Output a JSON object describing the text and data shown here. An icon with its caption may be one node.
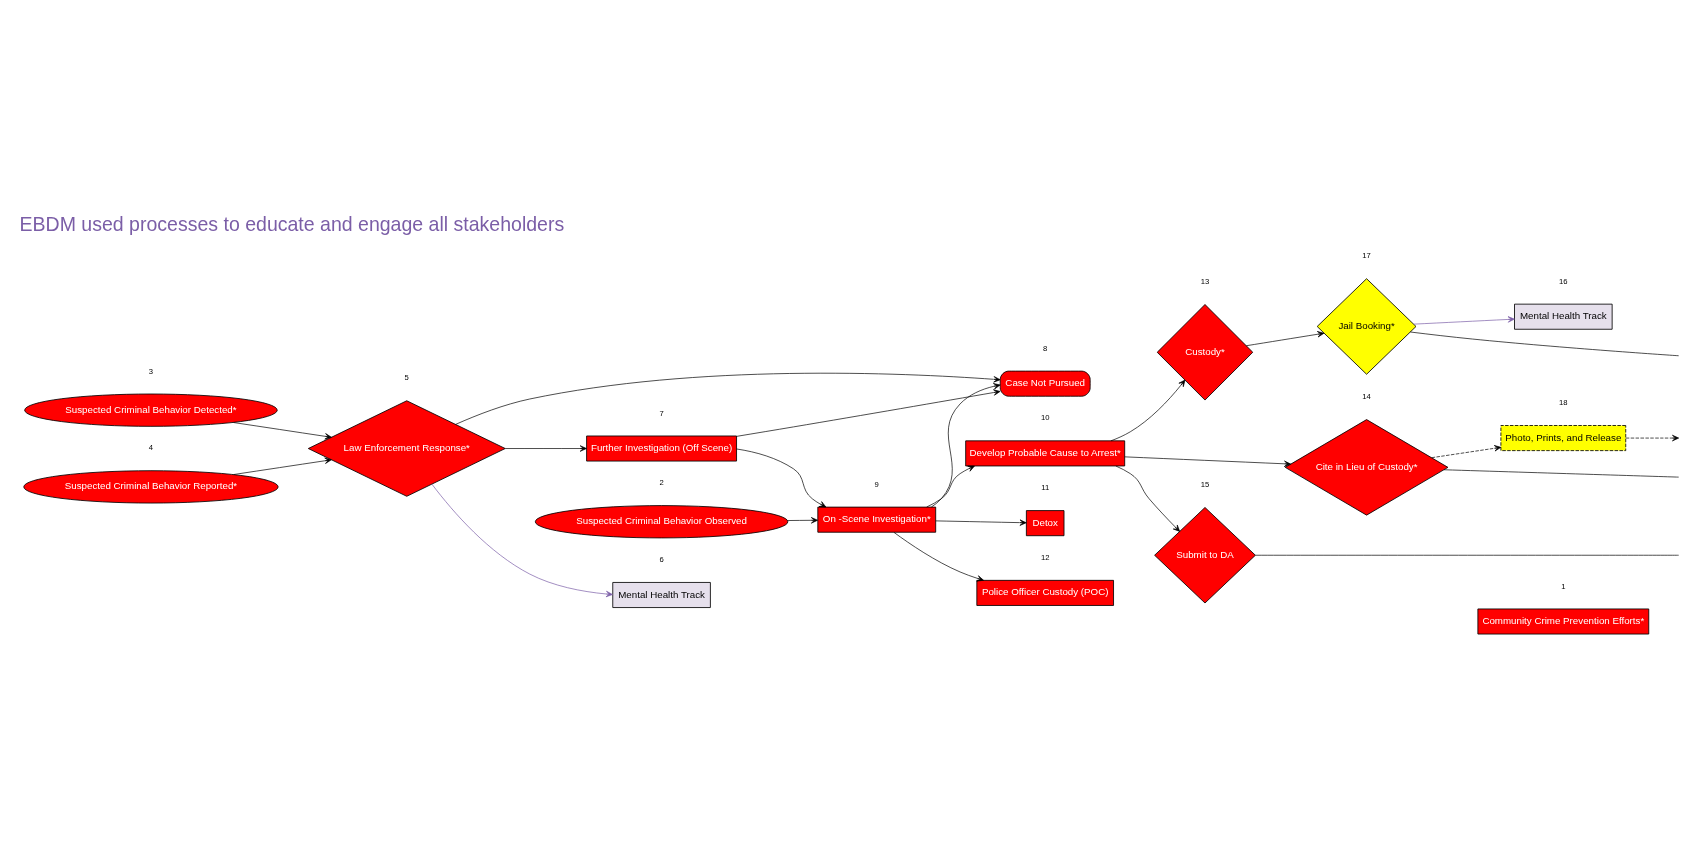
{
  "diagram": {
    "title": "EBDM used processes to educate and engage all stakeholders",
    "nodes": [
      {
        "text": [
          "Community Crime Prevention Efforts*"
        ],
        "beside": [
          "1"
        ]
      },
      {
        "text": [
          "Suspected Criminal Behavior Observed"
        ],
        "beside": [
          "2"
        ]
      },
      {
        "text": [
          "Suspected Criminal Behavior Detected*"
        ],
        "beside": [
          "3"
        ]
      },
      {
        "text": [
          "Suspected Criminal Behavior Reported*"
        ],
        "beside": [
          "4"
        ]
      },
      {
        "text": [
          "Law Enforcement Response*"
        ],
        "beside": [
          "5"
        ]
      },
      {
        "text": [
          "Mental Health Track"
        ],
        "beside": [
          "6"
        ]
      },
      {
        "text": [
          "Further Investigation (Off Scene)"
        ],
        "beside": [
          "7"
        ]
      },
      {
        "text": [
          "Case Not Pursued"
        ],
        "beside": [
          "8"
        ]
      },
      {
        "text": [
          "On -Scene Investigation*"
        ],
        "beside": [
          "9"
        ]
      },
      {
        "text": [
          "Develop Probable Cause to Arrest*"
        ],
        "beside": [
          "10"
        ]
      },
      {
        "text": [
          "Detox"
        ],
        "beside": [
          "11"
        ]
      },
      {
        "text": [
          "Police Officer Custody (POC)"
        ],
        "beside": [
          "12"
        ]
      },
      {
        "text": [
          "Custody*"
        ],
        "beside": [
          "13"
        ]
      },
      {
        "text": [
          "Cite in Lieu of Custody*"
        ],
        "beside": [
          "14"
        ]
      },
      {
        "text": [
          "Submit to DA"
        ],
        "beside": [
          "15"
        ]
      },
      {
        "text": [
          "Mental Health Track"
        ],
        "beside": [
          "16"
        ]
      },
      {
        "text": [
          "Jail Booking*"
        ],
        "beside": [
          "17"
        ]
      },
      {
        "text": [
          "Photo, Prints, and Release"
        ],
        "beside": [
          "18"
        ]
      }
    ],
    "edges": [
      {
        "from": 1,
        "to": 8,
        "arrow": "to"
      },
      {
        "from": 2,
        "to": 4,
        "arrow": "to"
      },
      {
        "from": 3,
        "to": 4,
        "arrow": "to"
      },
      {
        "from": 4,
        "to": 6,
        "arrow": "to"
      },
      {
        "from": 4,
        "to": 7,
        "arrow": "to"
      },
      {
        "from": 4,
        "to": 5,
        "arrow": "to",
        "color": "#7b5ea7"
      },
      {
        "from": 6,
        "to": 7,
        "arrow": "to"
      },
      {
        "from": 6,
        "to": 8,
        "arrow": "to"
      },
      {
        "from": 8,
        "to": 7,
        "arrow": "to"
      },
      {
        "from": 8,
        "to": 9,
        "arrow": "to"
      },
      {
        "from": 8,
        "to": 10,
        "arrow": "to"
      },
      {
        "from": 8,
        "to": 11,
        "arrow": "to"
      },
      {
        "from": 9,
        "to": 12,
        "arrow": "to"
      },
      {
        "from": 9,
        "to": 13,
        "arrow": "to"
      },
      {
        "from": 9,
        "to": 14,
        "arrow": "to"
      },
      {
        "from": 12,
        "to": 16,
        "arrow": "to"
      },
      {
        "from": 16,
        "to": 15,
        "arrow": "to",
        "color": "#7b5ea7"
      },
      {
        "from": 16,
        "to": null,
        "arrow": "none"
      },
      {
        "from": 13,
        "to": null,
        "arrow": "none"
      },
      {
        "from": 14,
        "to": null,
        "arrow": "none"
      },
      {
        "from": 13,
        "to": 17,
        "arrow": "to",
        "style": "dashed"
      },
      {
        "from": 17,
        "to": null,
        "arrow": "to",
        "style": "dashed"
      }
    ]
  }
}
